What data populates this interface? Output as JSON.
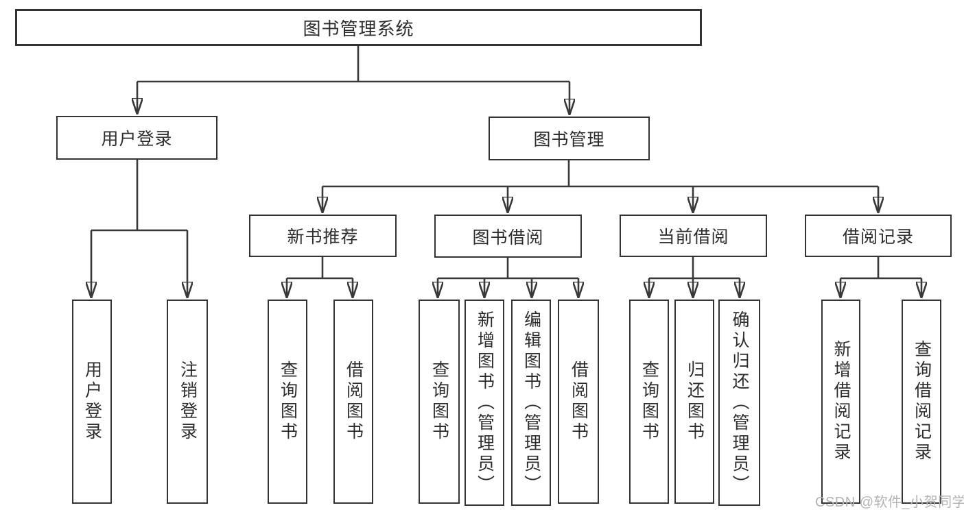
{
  "diagram": {
    "root": {
      "label": "图书管理系统"
    },
    "level2": [
      {
        "label": "用户登录"
      },
      {
        "label": "图书管理"
      }
    ],
    "level3": [
      {
        "label": "新书推荐"
      },
      {
        "label": "图书借阅"
      },
      {
        "label": "当前借阅"
      },
      {
        "label": "借阅记录"
      }
    ],
    "leaves": {
      "user_login": [
        {
          "label": "用户登录"
        },
        {
          "label": "注销登录"
        }
      ],
      "new_books": [
        {
          "label": "查询图书"
        },
        {
          "label": "借阅图书"
        }
      ],
      "book_borrow": [
        {
          "label": "查询图书"
        },
        {
          "label": "新增图书（管理员）"
        },
        {
          "label": "编辑图书（管理员）"
        },
        {
          "label": "借阅图书"
        }
      ],
      "current_borrow": [
        {
          "label": "查询图书"
        },
        {
          "label": "归还图书"
        },
        {
          "label": "确认归还（管理员）"
        }
      ],
      "borrow_records": [
        {
          "label": "新增借阅记录"
        },
        {
          "label": "查询借阅记录"
        }
      ]
    },
    "watermark": "CSDN @软件_小贺同学",
    "colors": {
      "line": "#383838",
      "box_border": "#333333",
      "text": "#2d2d2d",
      "watermark": "#b3b3b3",
      "background": "#ffffff"
    }
  }
}
